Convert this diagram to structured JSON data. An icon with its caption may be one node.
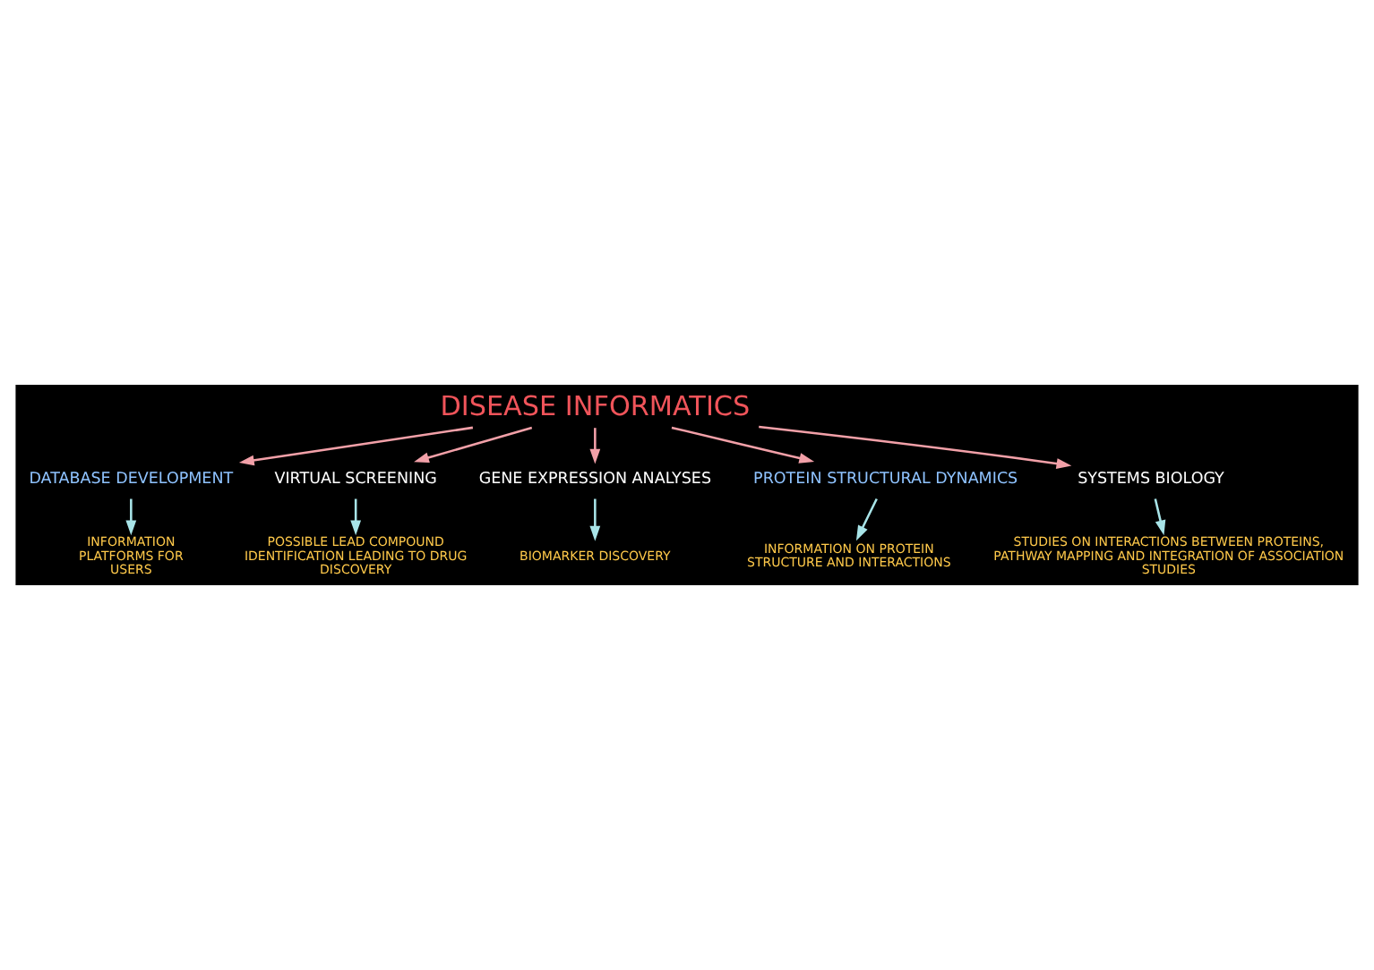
{
  "diagram": {
    "nodes": [
      {
        "text": [
          "DISEASE INFORMATICS"
        ]
      },
      {
        "text": [
          "DATABASE DEVELOPMENT"
        ]
      },
      {
        "text": [
          "VIRTUAL SCREENING"
        ]
      },
      {
        "text": [
          "GENE EXPRESSION ANALYSES"
        ]
      },
      {
        "text": [
          "PROTEIN STRUCTURAL DYNAMICS"
        ]
      },
      {
        "text": [
          "POSSIBLE LEAD COMPOUND IDENTIFICATION LEADING TO DRUG DISCOVERY"
        ]
      },
      {
        "text": [
          "BIOMARKER DISCOVERY"
        ]
      },
      {
        "text": [
          "SYSTEMS BIOLOGY"
        ]
      },
      {
        "text": [
          "INFORMATION PLATFORMS FOR USERS"
        ]
      },
      {
        "text": [
          "STUDIES ON INTERACTIONS BETWEEN PROTEINS, PATHWAY MAPPING AND INTEGRATION OF ASSOCIATION STUDIES"
        ]
      },
      {
        "text": [
          "INFORMATION ON PROTEIN STRUCTURE AND INTERACTIONS"
        ]
      }
    ],
    "edges": [
      {
        "from": 0,
        "to": 1,
        "arrow": "to"
      },
      {
        "from": 0,
        "to": 2,
        "arrow": "to"
      },
      {
        "from": 0,
        "to": 7,
        "arrow": "to"
      },
      {
        "from": 0,
        "to": 3,
        "arrow": "to"
      },
      {
        "from": 0,
        "to": 4,
        "arrow": "to"
      },
      {
        "from": 1,
        "to": 8,
        "arrow": "to",
        "color": "#a8e4e8"
      },
      {
        "from": 2,
        "to": 5,
        "arrow": "to",
        "color": "#a8e4e8"
      },
      {
        "from": 3,
        "to": 6,
        "arrow": "to",
        "color": "#a8e4e8"
      },
      {
        "from": 7,
        "to": 9,
        "arrow": "to",
        "color": "#a8e4e8"
      },
      {
        "from": 4,
        "to": 10,
        "arrow": "to",
        "color": "#a8e4e8"
      }
    ]
  }
}
